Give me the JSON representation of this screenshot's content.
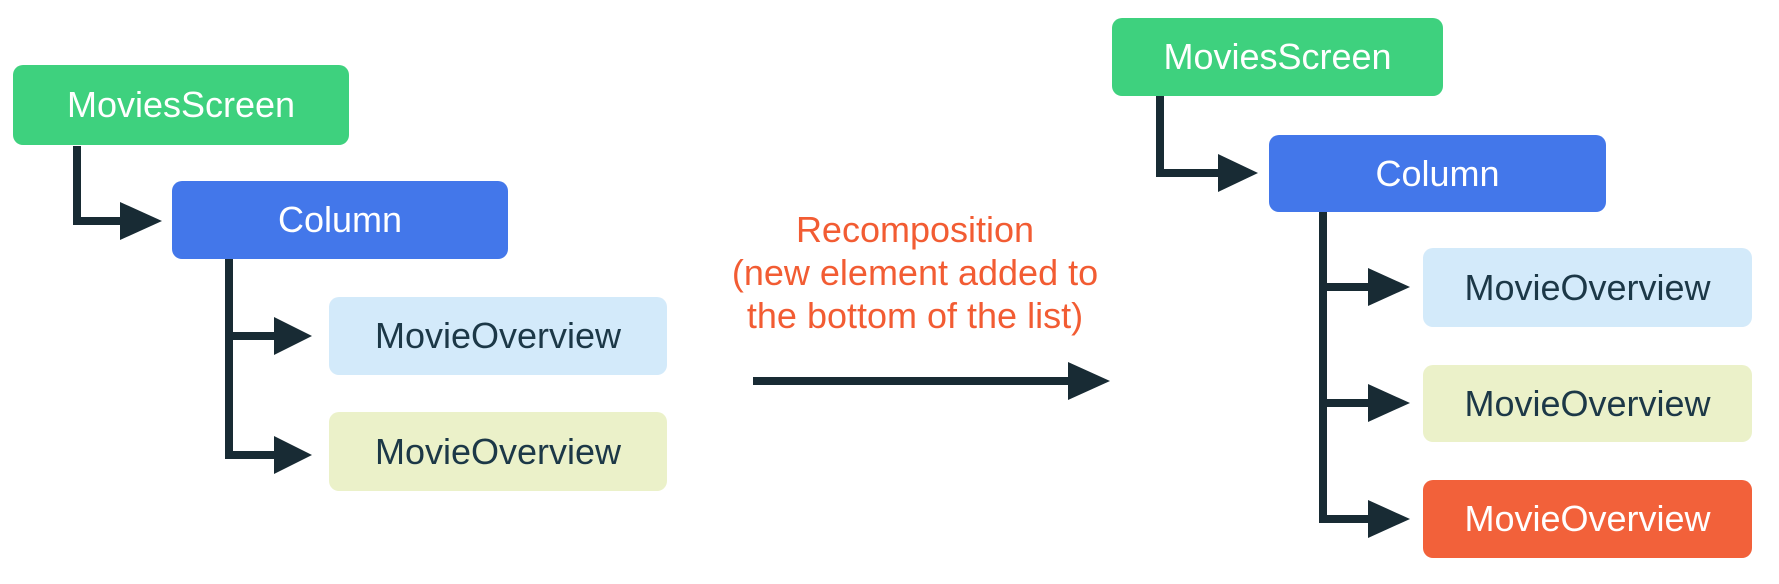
{
  "left_tree": {
    "root": "MoviesScreen",
    "container": "Column",
    "children": [
      "MovieOverview",
      "MovieOverview"
    ]
  },
  "right_tree": {
    "root": "MoviesScreen",
    "container": "Column",
    "children": [
      "MovieOverview",
      "MovieOverview",
      "MovieOverview"
    ]
  },
  "annotation": {
    "lines": [
      "Recomposition",
      "(new element added to",
      "the bottom of the list)"
    ]
  },
  "colors": {
    "root_green": "#3ED17E",
    "container_blue": "#4377EA",
    "child_light_blue": "#D3EAFA",
    "child_pale_yellow": "#EBF1C9",
    "child_orange": "#F2613A",
    "connector_dark": "#182B34",
    "dark_text": "#1C3847",
    "accent_orange": "#F25C33",
    "background": "#FFFFFF"
  }
}
